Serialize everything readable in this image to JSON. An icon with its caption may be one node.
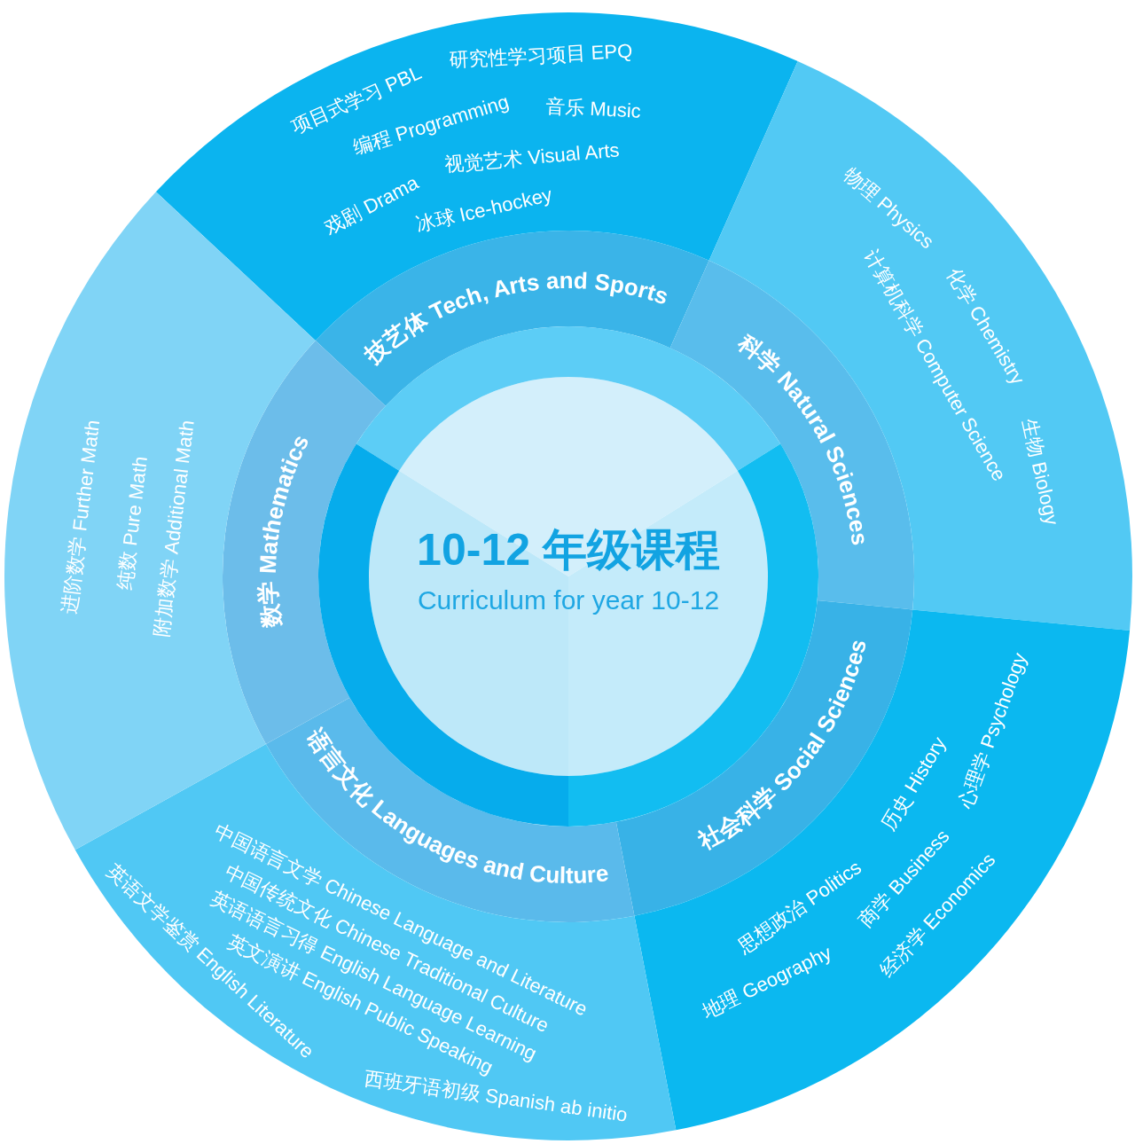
{
  "diagram": {
    "nodes": [
      {
        "text": [
          "10-12 年级课程",
          "Curriculum for year 10-12"
        ]
      },
      {
        "text": [
          "技艺体 Tech, Arts and Sports"
        ]
      },
      {
        "text": [
          "项目式学习 PBL",
          "研究性学习项目 EPQ",
          "编程 Programming",
          "音乐 Music",
          "戏剧 Drama",
          "视觉艺术 Visual Arts",
          "冰球 Ice-hockey"
        ]
      },
      {
        "text": [
          "科学 Natural Sciences"
        ]
      },
      {
        "text": [
          "物理 Physics",
          "化学 Chemistry",
          "生物 Biology",
          "计算机科学 Computer Science"
        ]
      },
      {
        "text": [
          "社会科学 Social Sciences"
        ]
      },
      {
        "text": [
          "思想政治 Politics",
          "历史 History",
          "地理 Geography",
          "商学 Business",
          "心理学 Psychology",
          "经济学 Economics"
        ]
      },
      {
        "text": [
          "语言文化 Languages and Culture"
        ]
      },
      {
        "text": [
          "中国语言文学 Chinese Language and Literature",
          "中国传统文化 Chinese Traditional Culture",
          "英语语言习得 English Language Learning",
          "英文演讲 English Public Speaking",
          "英语文学鉴赏 English Literature",
          "西班牙语初级 Spanish ab initio"
        ]
      },
      {
        "text": [
          "数学 Mathematics"
        ]
      },
      {
        "text": [
          "进阶数学 Further Math",
          "纯数 Pure Math",
          "附加数学 Additional Math"
        ]
      },
      {
        "text": [],
        "shape": "arc"
      },
      {
        "text": [],
        "shape": "arc"
      },
      {
        "text": [],
        "shape": "arc"
      }
    ]
  }
}
